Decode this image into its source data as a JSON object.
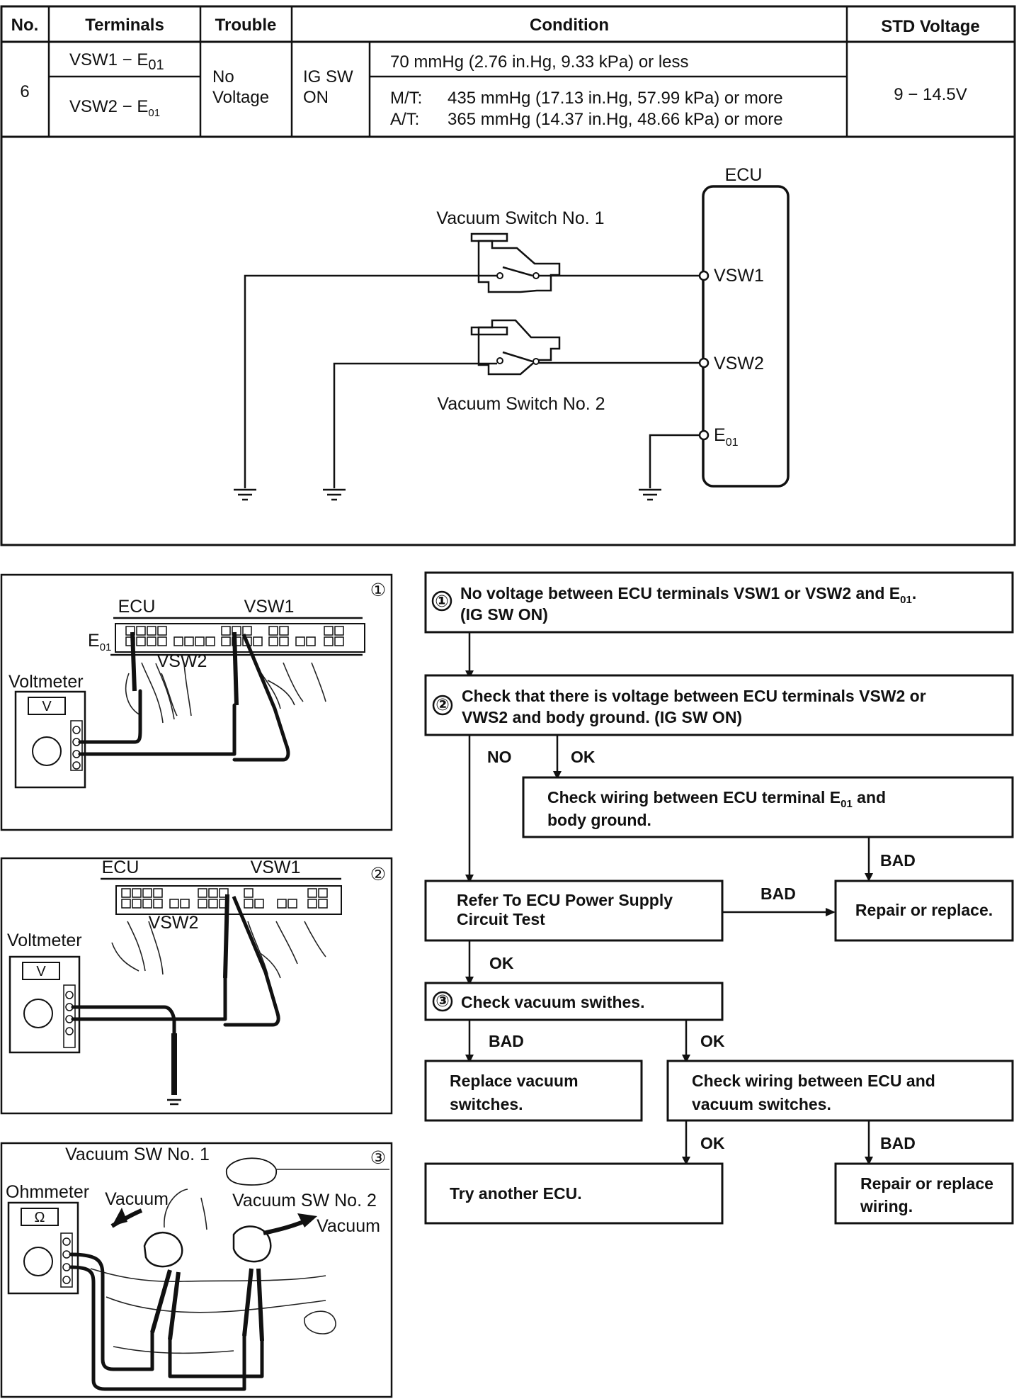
{
  "table": {
    "headers": {
      "no": "No.",
      "terminals": "Terminals",
      "trouble": "Trouble",
      "condition": "Condition",
      "std_voltage": "STD Voltage"
    },
    "row": {
      "no": "6",
      "terminal_1_main": "VSW1 − E",
      "terminal_1_sub": "01",
      "terminal_2_main": "VSW2 − E",
      "terminal_2_sub": "01",
      "trouble_line1": "No",
      "trouble_line2": "Voltage",
      "switch_line1": "IG SW",
      "switch_line2": "ON",
      "condition_1": "70 mmHg (2.76 in.Hg, 9.33 kPa) or less",
      "condition_mt_label": "M/T:",
      "condition_mt": "435 mmHg (17.13 in.Hg, 57.99 kPa) or more",
      "condition_at_label": "A/T:",
      "condition_at": "365 mmHg (14.37 in.Hg, 48.66 kPa) or more",
      "std_voltage": "9 − 14.5V"
    }
  },
  "circuit": {
    "ecu_label": "ECU",
    "vacuum_switch_1": "Vacuum Switch No. 1",
    "vacuum_switch_2": "Vacuum Switch No. 2",
    "pin_vsw1": "VSW1",
    "pin_vsw2": "VSW2",
    "pin_e01_main": "E",
    "pin_e01_sub": "01"
  },
  "illustrations": {
    "panel1": {
      "number": "①",
      "ecu": "ECU",
      "vsw1": "VSW1",
      "vsw2": "VSW2",
      "e01_main": "E",
      "e01_sub": "01",
      "meter": "Voltmeter",
      "meter_symbol": "V"
    },
    "panel2": {
      "number": "②",
      "ecu": "ECU",
      "vsw1": "VSW1",
      "vsw2": "VSW2",
      "meter": "Voltmeter",
      "meter_symbol": "V"
    },
    "panel3": {
      "number": "③",
      "vacuum_sw1": "Vacuum SW No. 1",
      "vacuum_sw2": "Vacuum SW No. 2",
      "vacuum_left": "Vacuum",
      "vacuum_right": "Vacuum",
      "meter": "Ohmmeter",
      "meter_symbol": "Ω"
    }
  },
  "flowchart": {
    "step1_num": "①",
    "step1_line1_main": "No voltage between ECU terminals VSW1 or VSW2 and E",
    "step1_line1_sub": "01",
    "step1_line1_end": ".",
    "step1_line2": "(IG SW ON)",
    "step2_num": "②",
    "step2_line1": "Check that there is voltage between ECU terminals VSW2 or",
    "step2_line2": "VWS2 and body ground. (IG SW ON)",
    "no_label": "NO",
    "ok_label_1": "OK",
    "check_e01_line1_main": "Check wiring between ECU terminal E",
    "check_e01_line1_sub": "01",
    "check_e01_line1_end": " and",
    "check_e01_line2": "body ground.",
    "bad_label_1": "BAD",
    "power_line1": "Refer To ECU Power Supply",
    "power_line2": "Circuit Test",
    "bad_label_2": "BAD",
    "repair_replace": "Repair or replace.",
    "ok_label_2": "OK",
    "step3_num": "③",
    "step3_text": "Check vacuum swithes.",
    "bad_label_3": "BAD",
    "ok_label_3": "OK",
    "replace_line1": "Replace vacuum",
    "replace_line2": "switches.",
    "check_wiring_line1": "Check wiring between ECU and",
    "check_wiring_line2": "vacuum switches.",
    "ok_label_4": "OK",
    "bad_label_4": "BAD",
    "try_ecu": "Try another ECU.",
    "repair_wiring_line1": "Repair or replace",
    "repair_wiring_line2": "wiring."
  }
}
